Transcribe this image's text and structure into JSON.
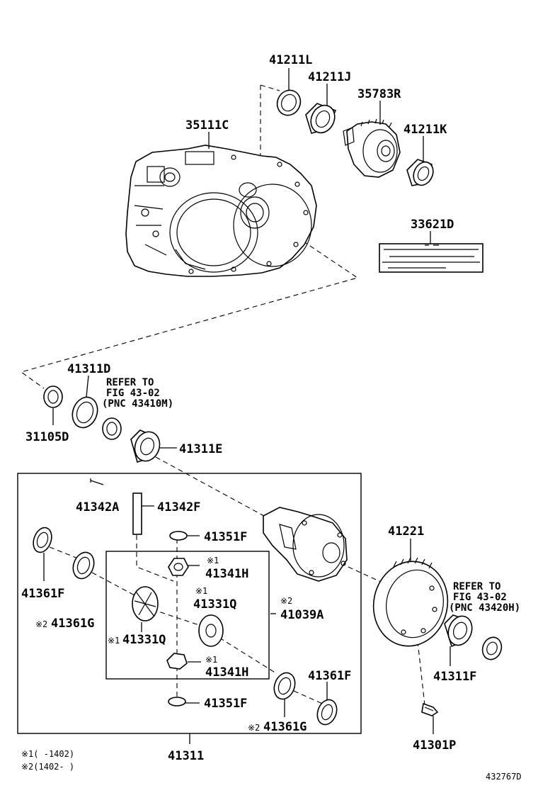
{
  "labels": {
    "p41211L": "41211L",
    "p41211J": "41211J",
    "p35783R": "35783R",
    "p41211K": "41211K",
    "p35111C": "35111C",
    "p33621D": "33621D",
    "p41311D": "41311D",
    "p31105D": "31105D",
    "p41311E": "41311E",
    "p41342A": "41342A",
    "p41342F": "41342F",
    "p41351F_top": "41351F",
    "p41341H_top": "41341H",
    "p41331Q_right": "41331Q",
    "p41039A": "41039A",
    "p41361F_left": "41361F",
    "p41361G_left": "41361G",
    "p41331Q_left": "41331Q",
    "p41341H_bottom": "41341H",
    "p41351F_bottom": "41351F",
    "p41361F_right": "41361F",
    "p41361G_right": "41361G",
    "p41221": "41221",
    "p41311F": "41311F",
    "p41301P": "41301P",
    "p41311": "41311"
  },
  "marks": {
    "m1": "※1",
    "m2": "※2"
  },
  "refer_left": {
    "line1": "REFER TO",
    "line2": "FIG 43-02",
    "line3": "(PNC 43410M)"
  },
  "refer_right": {
    "line1": "REFER TO",
    "line2": "FIG 43-02",
    "line3": "(PNC 43420H)"
  },
  "legend": {
    "line1": "※1(   -1402)",
    "line2": "※2(1402-   )"
  },
  "figure_id": "432767D"
}
